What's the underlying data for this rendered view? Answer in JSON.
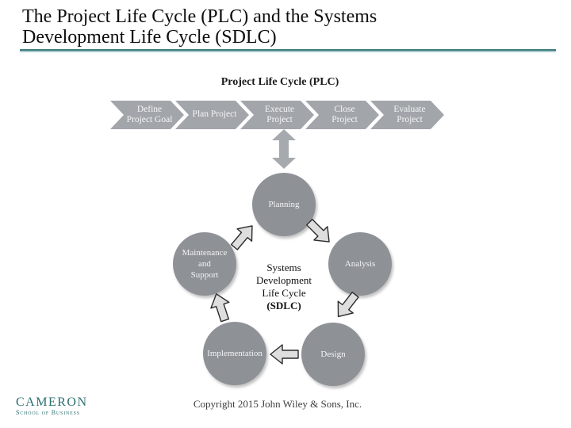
{
  "slide": {
    "title": "The Project Life Cycle (PLC) and the Systems Development Life Cycle (SDLC)"
  },
  "plc": {
    "heading": "Project Life Cycle (PLC)",
    "stages": [
      {
        "label": "Define\nProject Goal"
      },
      {
        "label": "Plan Project"
      },
      {
        "label": "Execute\nProject"
      },
      {
        "label": "Close\nProject"
      },
      {
        "label": "Evaluate\nProject"
      }
    ]
  },
  "sdlc": {
    "center_lines": [
      "Systems",
      "Development",
      "Life Cycle",
      "(SDLC)"
    ],
    "phases": [
      {
        "label": "Planning"
      },
      {
        "label": "Analysis"
      },
      {
        "label": "Design"
      },
      {
        "label": "Implementation"
      },
      {
        "label": "Maintenance\nand\nSupport"
      }
    ],
    "flow_order": [
      "Planning",
      "Analysis",
      "Design",
      "Implementation",
      "Maintenance and Support"
    ]
  },
  "footer": {
    "logo_title": "CAMERON",
    "logo_subtitle": "School of Business",
    "copyright": "Copyright 2015 John Wiley & Sons, Inc."
  },
  "colors": {
    "accent_teal": "#2e6f70",
    "underline_teal": "#3d7c7d",
    "chevron_gray": "#a2a6ab",
    "circle_gray": "#8e9297",
    "connector_gray": "#a6a9ad",
    "cycle_arrow_fill": "#dedede",
    "cycle_arrow_stroke": "#2b2b2b"
  }
}
